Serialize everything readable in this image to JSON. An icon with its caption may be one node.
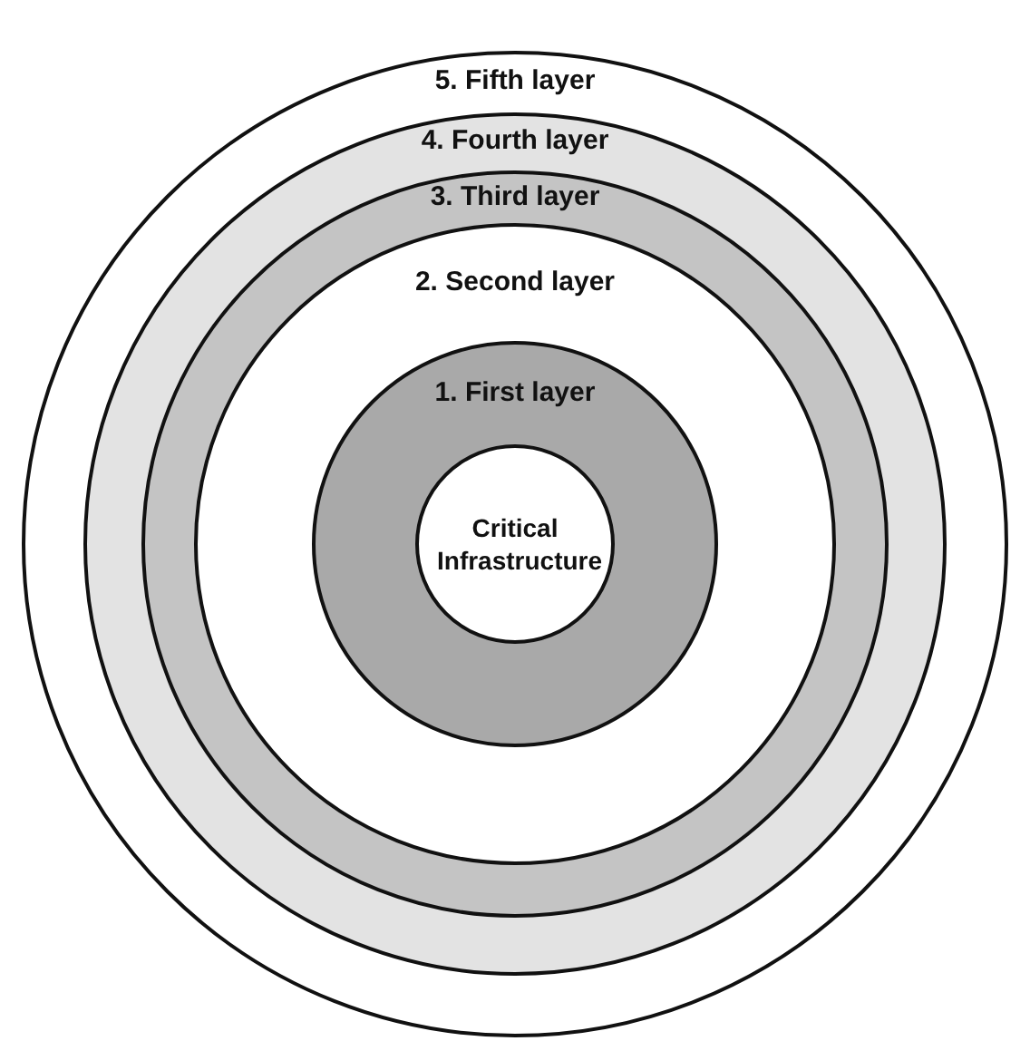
{
  "diagram": {
    "nodes": [
      {
        "text": [
          "5. Fifth layer"
        ]
      },
      {
        "text": [
          "4. Fourth layer"
        ],
        "in": 0
      },
      {
        "text": [
          "3. Third layer"
        ],
        "in": 1
      },
      {
        "text": [
          "2. Second layer"
        ],
        "in": 2
      },
      {
        "text": [
          "1. First layer"
        ],
        "in": 3
      },
      {
        "text": [
          "Critical Infrastructure"
        ],
        "in": 4
      }
    ],
    "edges": []
  }
}
